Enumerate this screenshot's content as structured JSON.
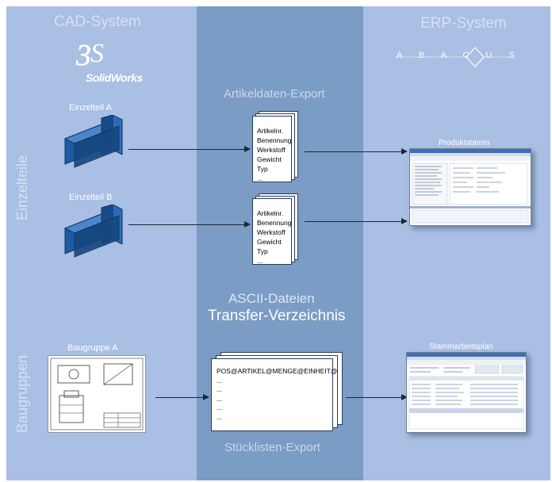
{
  "colors": {
    "side_bg": "#a9bfe3",
    "center_bg": "#7b9cc4",
    "part_blue": "#1f5da8"
  },
  "header": {
    "left": "CAD-System",
    "right": "ERP-System"
  },
  "logos": {
    "cad": "SolidWorks",
    "erp": "A B A C U S"
  },
  "rows": {
    "top": "Einzelteile",
    "bottom": "Baugruppen"
  },
  "parts": {
    "a": "Einzelteil A",
    "b": "Einzelteil B",
    "assembly": "Baugruppe A"
  },
  "center": {
    "article_export": "Artikeldaten-Export",
    "ascii": "ASCII-Dateien",
    "transfer": "Transfer-Verzeichnis",
    "bom_export": "Stücklisten-Export"
  },
  "doc_fields": [
    "Artikelnr.",
    "Benennung",
    "Werkstoff",
    "Gewicht",
    "Typ",
    "..."
  ],
  "bom_fields": [
    "POS@ARTIKEL@MENGE@EINHEIT@",
    "...",
    "...",
    "...",
    "...",
    "..."
  ],
  "targets": {
    "product": "Produktstamm",
    "routing": "Stammarbeitsplan"
  }
}
